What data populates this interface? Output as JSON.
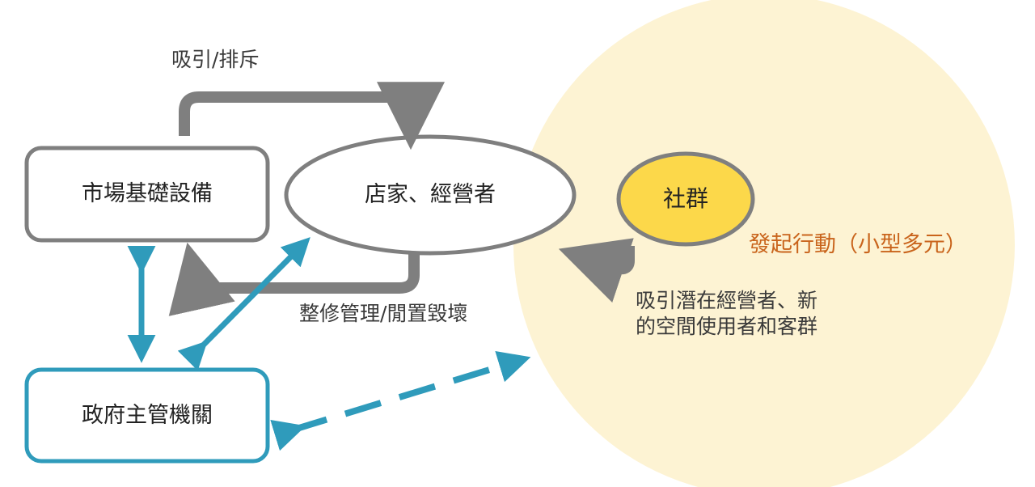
{
  "nodes": {
    "market_infrastructure": "市場基礎設備",
    "shop_operators": "店家、經營者",
    "community": "社群",
    "government": "政府主管機關"
  },
  "edge_labels": {
    "attract_repel": "吸引/排斥",
    "renovate_manage": "整修管理/閒置毀壞",
    "attract_new_line1": "吸引潛在經營者、新",
    "attract_new_line2": "的空間使用者和客群"
  },
  "action_label": "發起行動（小型多元）",
  "colors": {
    "gray_stroke": "#7f7f7f",
    "teal": "#2f9bbb",
    "community_fill": "#fcd84a",
    "community_zone": "#fdf3d3",
    "action_text": "#c9641c"
  }
}
